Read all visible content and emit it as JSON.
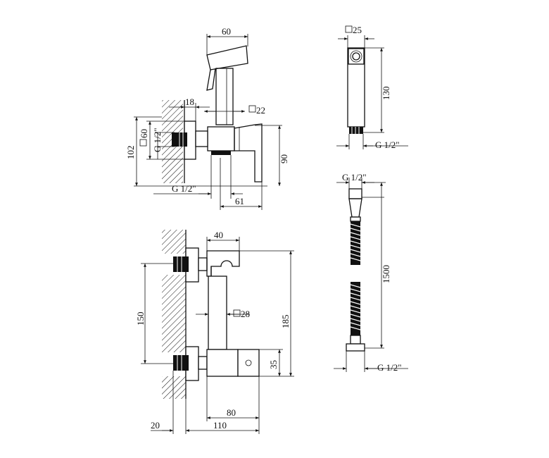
{
  "colors": {
    "line": "#111111",
    "background": "#ffffff"
  },
  "dims": {
    "top_handle_width": "60",
    "top_wall_gap": "18",
    "top_square_stem": "22",
    "top_square_connector": "60",
    "top_thread_left": "G 1/2\"",
    "top_height": "102",
    "top_body_height": "90",
    "top_thread_bottom": "G 1/2\"",
    "top_depth": "61",
    "head_square": "25",
    "head_length": "130",
    "head_thread": "G 1/2\"",
    "hose_thread_top": "G 1/2\"",
    "hose_length": "1500",
    "hose_thread_bottom": "G 1/2\"",
    "bottom_holder_width": "40",
    "bottom_square_bar": "28",
    "bottom_spacing": "150",
    "bottom_total_height": "185",
    "bottom_valve_height": "35",
    "bottom_width": "80",
    "bottom_wall_offset": "20",
    "bottom_total_width": "110"
  }
}
